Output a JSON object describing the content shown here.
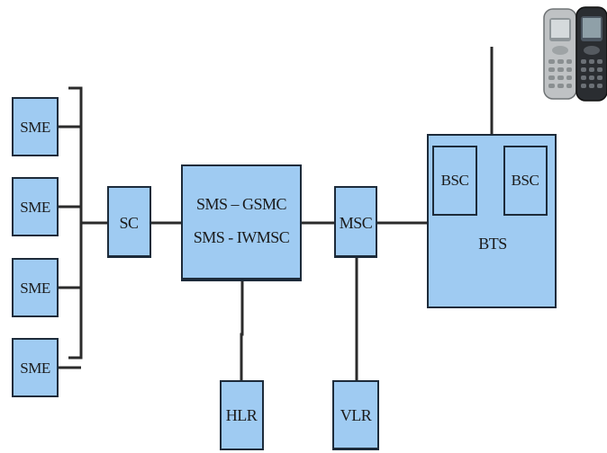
{
  "nodes": {
    "sme1": "SME",
    "sme2": "SME",
    "sme3": "SME",
    "sme4": "SME",
    "sc": "SC",
    "gmsc_line1": "SMS – GSMC",
    "gmsc_line2": "SMS - IWMSC",
    "msc": "MSC",
    "hlr": "HLR",
    "vlr": "VLR",
    "bsc_left": "BSC",
    "bsc_right": "BSC",
    "bts": "BTS"
  },
  "icons": [
    "mobile-phone-silver-icon",
    "mobile-phone-dark-icon"
  ],
  "colors": {
    "box_fill": "#9fcbf2",
    "box_stroke": "#1d2b3a",
    "line": "#2b2b2b"
  }
}
